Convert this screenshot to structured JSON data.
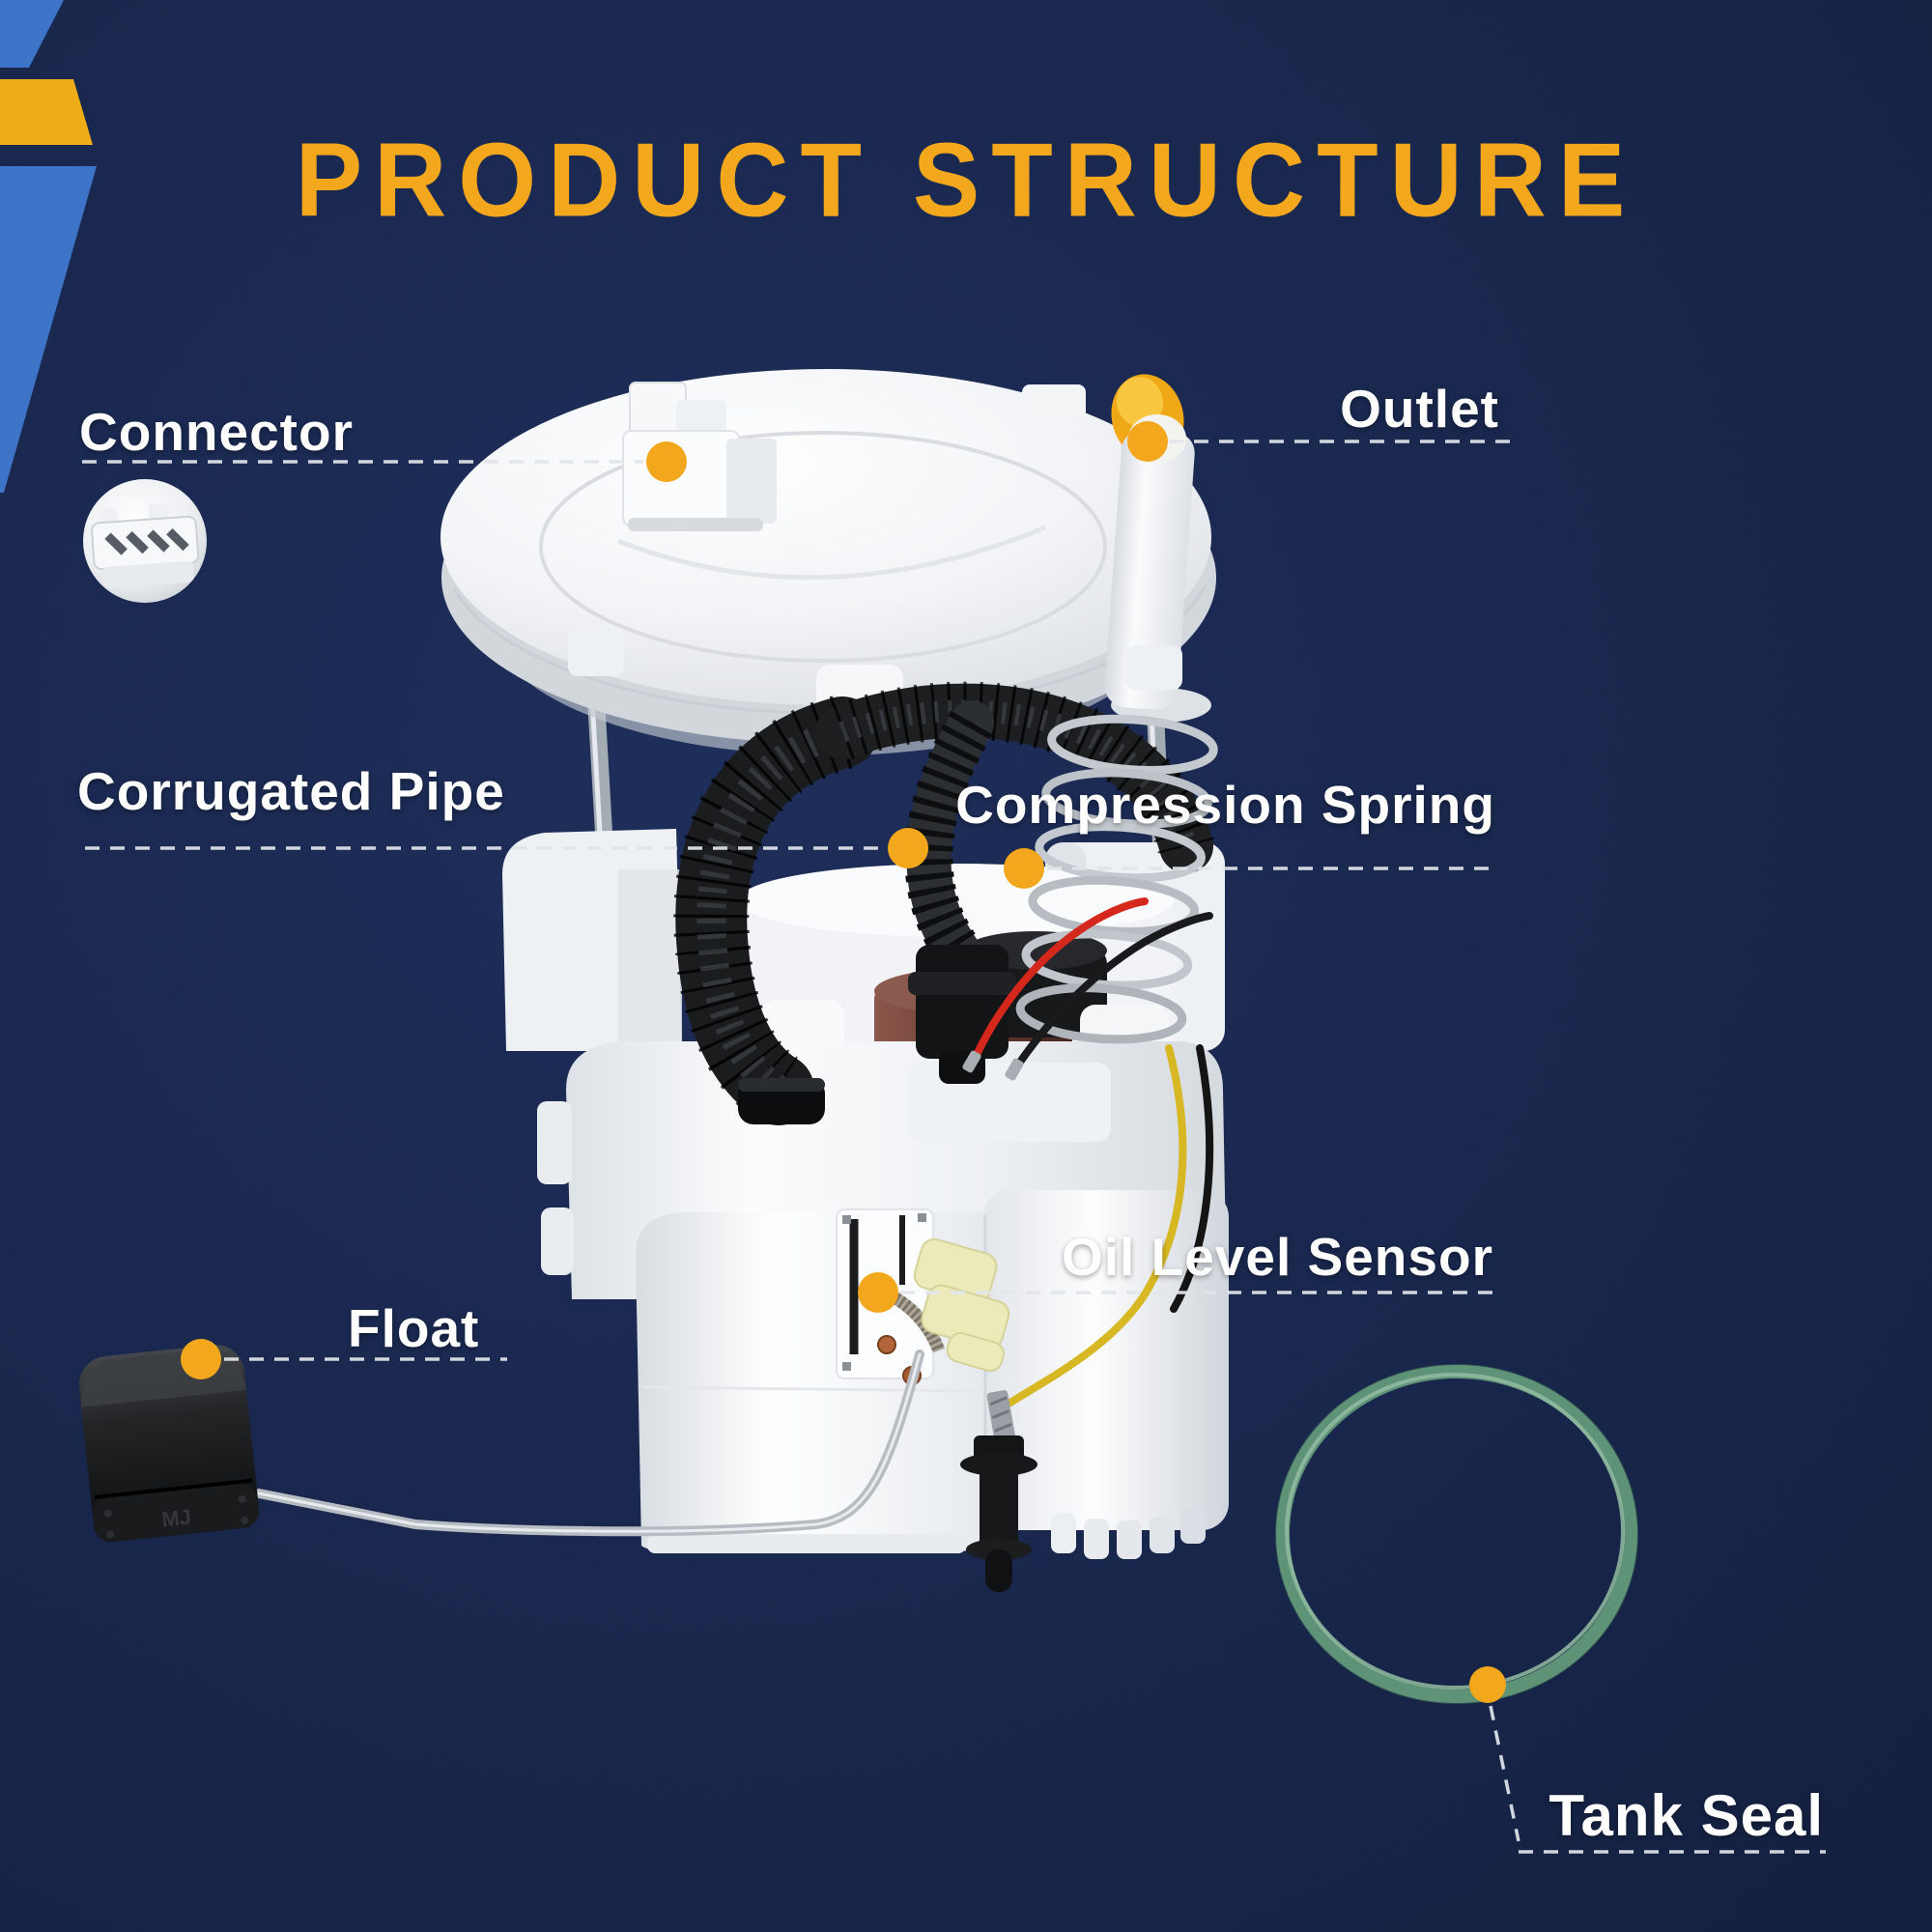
{
  "title": "PRODUCT STRUCTURE",
  "labels": {
    "connector": "Connector",
    "outlet": "Outlet",
    "corrugated_pipe": "Corrugated Pipe",
    "compression_spring": "Compression Spring",
    "float": "Float",
    "oil_level_sensor": "Oil Level Sensor",
    "tank_seal": "Tank Seal"
  },
  "float_marking": "MJ",
  "colors": {
    "background": "#15234a",
    "accent_yellow": "#f2a71d",
    "stripe_blue": "#3d74c7",
    "stripe_yellow": "#eead17",
    "label_text": "#ffffff",
    "leader_dash": "#e2e6ea",
    "tank_seal_green": "#5f9377"
  }
}
